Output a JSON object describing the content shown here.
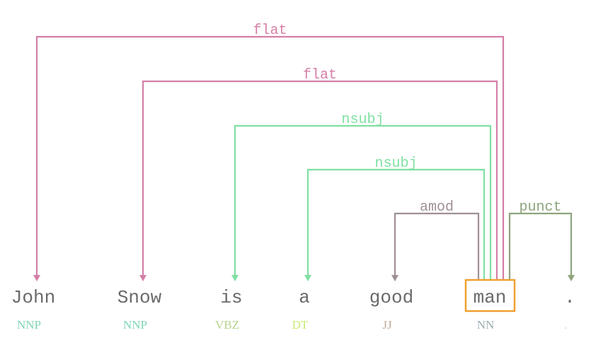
{
  "tokens": [
    {
      "text": "John",
      "tag": "NNP",
      "tag_color": "#7fd6b5"
    },
    {
      "text": "Snow",
      "tag": "NNP",
      "tag_color": "#7fd6b5"
    },
    {
      "text": "is",
      "tag": "VBZ",
      "tag_color": "#b6d48c"
    },
    {
      "text": "a",
      "tag": "DT",
      "tag_color": "#c7ec6e"
    },
    {
      "text": "good",
      "tag": "JJ",
      "tag_color": "#c2a99a"
    },
    {
      "text": "man",
      "tag": "NN",
      "tag_color": "#9aaeb1"
    },
    {
      "text": ".",
      "tag": ".",
      "tag_color": "#d9d9c9"
    }
  ],
  "root_token": 5,
  "root_highlight_color": "#f0a030",
  "arcs": [
    {
      "label": "flat",
      "head": 5,
      "dep": 0,
      "color": "#d47ea7"
    },
    {
      "label": "flat",
      "head": 5,
      "dep": 1,
      "color": "#d47ea7"
    },
    {
      "label": "nsubj",
      "head": 5,
      "dep": 2,
      "color": "#7fe0a2"
    },
    {
      "label": "nsubj",
      "head": 5,
      "dep": 3,
      "color": "#7fe0a2"
    },
    {
      "label": "amod",
      "head": 5,
      "dep": 4,
      "color": "#a09096"
    },
    {
      "label": "punct",
      "head": 5,
      "dep": 6,
      "color": "#8ea47c"
    }
  ]
}
